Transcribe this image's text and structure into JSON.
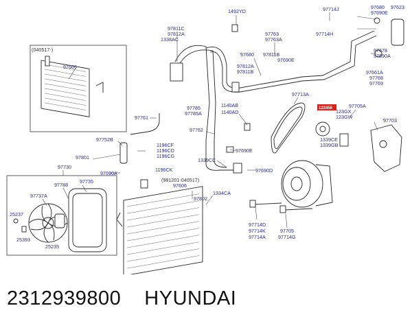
{
  "caption": {
    "part_number": "2312939800",
    "brand": "HYUNDAI"
  },
  "callouts": {
    "c1492YD": "1492YD",
    "c97714J": "97714J",
    "c97680a": "97680",
    "c97690E_top": "97690E",
    "c97623": "97623",
    "c97714H": "97714H",
    "c97678": "97678",
    "c97690A_right": "97690A",
    "c97811C": "97811C",
    "c97812A_top": "97812A",
    "c1338AC": "1338AC",
    "c97763": "97763",
    "c97763A": "97763A",
    "c97680b": "97680",
    "c97811B_a": "97811B",
    "c97812A_mid": "97812A",
    "c97811B_b": "97811B",
    "c97690E_mid": "97690E",
    "c97661A": "97661A",
    "c97768": "97768",
    "c97769": "97769",
    "c040517": "(040517-)",
    "c97606_top": "97606",
    "c97713A": "97713A",
    "c97705A": "97705A",
    "c123GX": "123GX",
    "c123GW": "123GW",
    "c97703": "97703",
    "c1140AB": "1140AB",
    "c1140AD": "1140AD",
    "c97785": "97785",
    "c97785A": "97785A",
    "c97761": "97761",
    "c97762": "97762",
    "c97752B": "97752B",
    "c1339CE": "1339CE",
    "c1339GB": "1339GB",
    "c1196CF": "1196CF",
    "c1196CD": "1196CD",
    "c1196CG": "1196CG",
    "c97801": "97801",
    "c97690E_low": "97690E",
    "c1339CC": "1339CC",
    "c97690D": "97690D",
    "c97730": "97730",
    "c97690A_low": "97690A",
    "c1196CK": "1196CK",
    "c981201": "(981201-040517)",
    "c97606_low": "97606",
    "c97788": "97788",
    "c97735": "97735",
    "c1334CA": "1334CA",
    "c97737A": "97737A",
    "c97802": "97802",
    "c25237": "25237",
    "c25393": "25393",
    "c25235": "25235",
    "c97714D": "97714D",
    "c97714K": "97714K",
    "c97714A_a": "97714A",
    "c97705": "97705",
    "c97714G": "97714G",
    "highlight": "123456"
  }
}
